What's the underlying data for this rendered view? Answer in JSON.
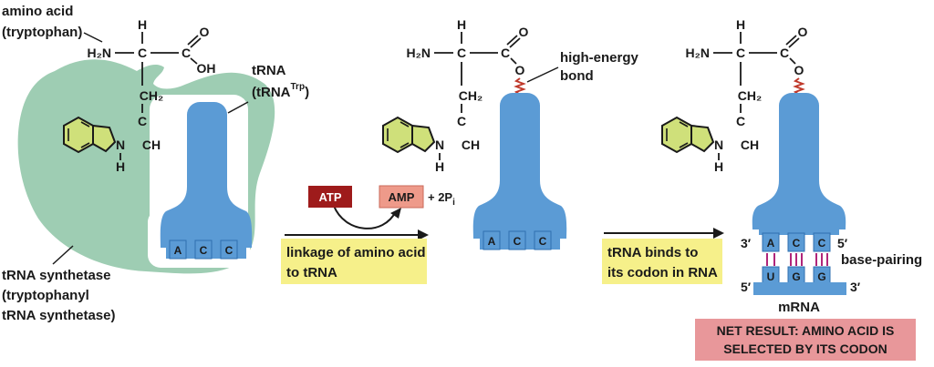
{
  "labels": {
    "amino_acid_1": "amino acid",
    "amino_acid_2": "(tryptophan)",
    "trna_1": "tRNA",
    "trna_2": "(tRNA",
    "trna_sup": "Trp",
    "trna_close": ")",
    "synthetase_1": "tRNA synthetase",
    "synthetase_2": "(tryptophanyl",
    "synthetase_3": "tRNA synthetase)",
    "high_energy_1": "high-energy",
    "high_energy_2": "bond",
    "base_pairing": "base-pairing",
    "mrna": "mRNA",
    "prime_3_top": "3′",
    "prime_5_top": "5′",
    "prime_5_bottom": "5′",
    "prime_3_bottom": "3′"
  },
  "chemistry": {
    "H": "H",
    "C": "C",
    "O": "O",
    "OH": "OH",
    "H2N": "H₂N",
    "CH2": "CH₂",
    "N": "N",
    "CH": "CH"
  },
  "anticodon": [
    "A",
    "C",
    "C"
  ],
  "codon": [
    "U",
    "G",
    "G"
  ],
  "reaction": {
    "atp": "ATP",
    "amp": "AMP",
    "plus_2pi": "+ 2P",
    "pi_sub": "i"
  },
  "steps": {
    "step1_line1": "linkage of amino acid",
    "step1_line2": "to tRNA",
    "step2_line1": "tRNA binds to",
    "step2_line2": "its codon in RNA"
  },
  "net_result": {
    "line1": "NET RESULT: AMINO ACID  IS",
    "line2": "SELECTED BY ITS CODON"
  },
  "colors": {
    "trna_blue": "#5b9bd5",
    "enzyme_green": "#9ecdb3",
    "ring_fill": "#cfe07a",
    "caption_yellow": "#f6f08a",
    "net_result_pink": "#e8979a",
    "atp_red": "#9e1b1b",
    "amp_pink": "#ee9a8a",
    "bond_red": "#c0392b",
    "pair_purple": "#b0257a"
  }
}
